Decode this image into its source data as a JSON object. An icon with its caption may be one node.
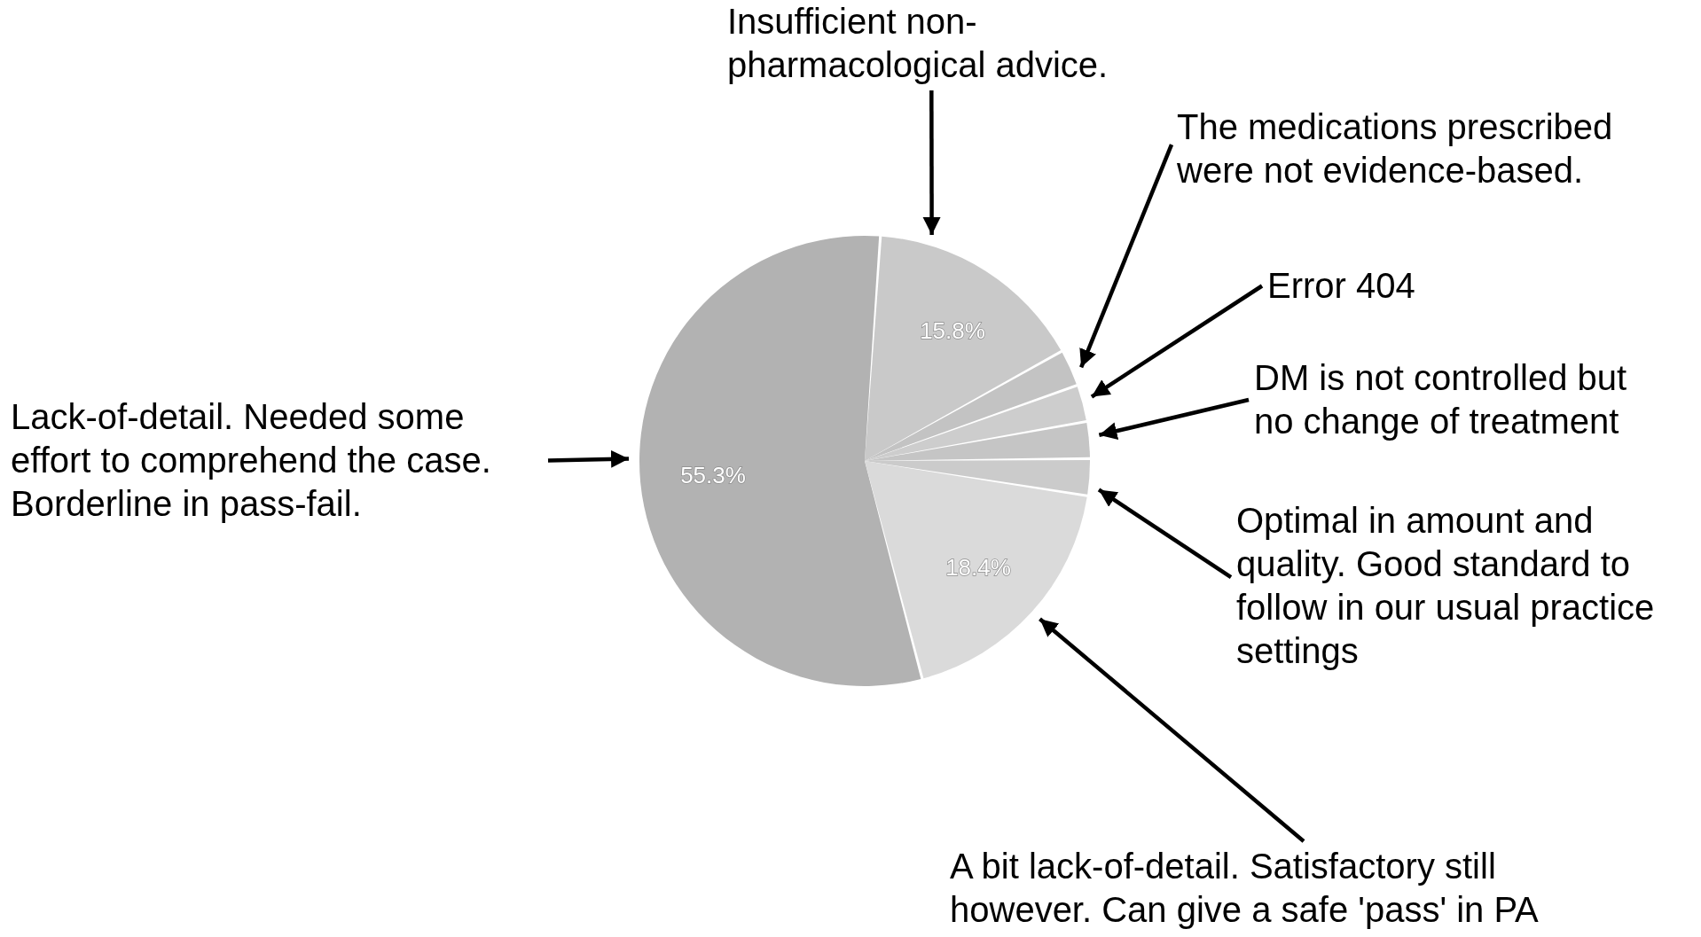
{
  "diagram": {
    "nodes": [
      {
        "text": [
          "Insufficient non-pharmacological advice."
        ]
      },
      {
        "text": [
          "The medications prescribed were not evidence-based."
        ]
      },
      {
        "text": [
          "Error 404"
        ]
      },
      {
        "text": [
          "DM is not controlled but no change of treatment"
        ]
      },
      {
        "text": [
          "Lack-of-detail. Needed some effort to comprehend the case. Borderline in pass-fail."
        ]
      },
      {
        "text": [
          "15.8%"
        ]
      },
      {
        "text": [],
        "shape": "slice"
      },
      {
        "text": [],
        "shape": "slice"
      },
      {
        "text": [],
        "shape": "slice"
      },
      {
        "text": [],
        "shape": "slice"
      },
      {
        "text": [
          "55.3%"
        ]
      },
      {
        "text": [
          "18.4%"
        ]
      },
      {
        "text": [
          "Optimal in amount and quality. Good standard to follow in our usual practice settings"
        ]
      },
      {
        "text": [
          "A bit lack-of-detail. Satisfactory still however. Can give a safe 'pass' in PA"
        ]
      }
    ],
    "edges": [
      {
        "from": 0,
        "to": 5,
        "arrow": "to"
      },
      {
        "from": 1,
        "to": 6,
        "arrow": "to"
      },
      {
        "from": 2,
        "to": 7,
        "arrow": "to"
      },
      {
        "from": 3,
        "to": 8,
        "arrow": "to"
      },
      {
        "from": 4,
        "to": 10,
        "arrow": "to"
      },
      {
        "from": 12,
        "to": 9,
        "arrow": "to"
      },
      {
        "from": 13,
        "to": 11,
        "arrow": "to"
      }
    ]
  }
}
